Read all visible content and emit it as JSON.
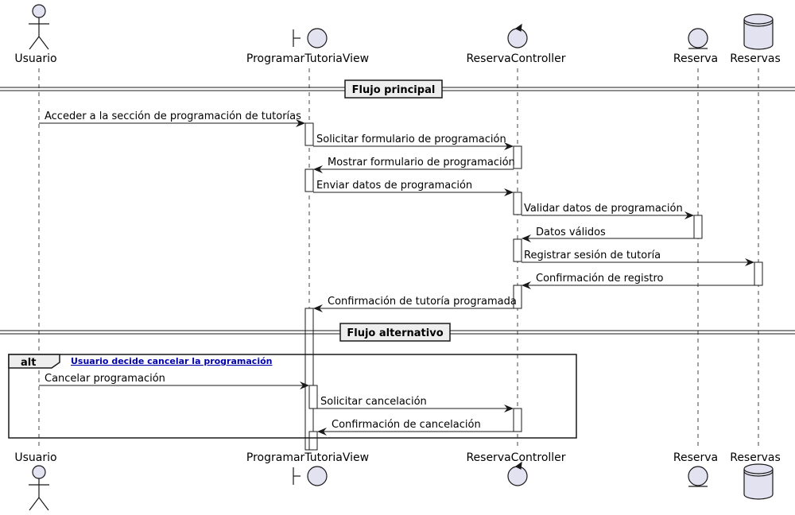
{
  "diagram": {
    "type": "sequence",
    "participants": [
      {
        "id": "usuario",
        "name": "Usuario",
        "kind": "actor"
      },
      {
        "id": "view",
        "name": "ProgramarTutoriaView",
        "kind": "boundary"
      },
      {
        "id": "controller",
        "name": "ReservaController",
        "kind": "control"
      },
      {
        "id": "reserva",
        "name": "Reserva",
        "kind": "entity"
      },
      {
        "id": "reservas",
        "name": "Reservas",
        "kind": "database"
      }
    ],
    "dividers": [
      {
        "label": "Flujo principal"
      },
      {
        "label": "Flujo alternativo"
      }
    ],
    "messages": [
      {
        "from": "usuario",
        "to": "view",
        "label": "Acceder a la sección de programación de tutorías"
      },
      {
        "from": "view",
        "to": "controller",
        "label": "Solicitar formulario de programación"
      },
      {
        "from": "controller",
        "to": "view",
        "label": "Mostrar formulario de programación"
      },
      {
        "from": "view",
        "to": "controller",
        "label": "Enviar datos de programación"
      },
      {
        "from": "controller",
        "to": "reserva",
        "label": "Validar datos de programación"
      },
      {
        "from": "reserva",
        "to": "controller",
        "label": "Datos válidos"
      },
      {
        "from": "controller",
        "to": "reservas",
        "label": "Registrar sesión de tutoría"
      },
      {
        "from": "reservas",
        "to": "controller",
        "label": "Confirmación de registro"
      },
      {
        "from": "controller",
        "to": "view",
        "label": "Confirmación de tutoría programada"
      },
      {
        "from": "usuario",
        "to": "view",
        "label": "Cancelar programación"
      },
      {
        "from": "view",
        "to": "controller",
        "label": "Solicitar cancelación"
      },
      {
        "from": "controller",
        "to": "view",
        "label": "Confirmación de cancelación"
      }
    ],
    "fragment": {
      "keyword": "alt",
      "condition": "Usuario decide cancelar la programación"
    }
  },
  "colors": {
    "participant_fill": "#e2e2f0",
    "line": "#181818",
    "lifeline": "#181818",
    "activation_fill": "#ffffff",
    "condition_text": "#0000aa"
  },
  "icons": [
    "actor-icon",
    "boundary-icon",
    "control-icon",
    "entity-icon",
    "database-icon"
  ]
}
